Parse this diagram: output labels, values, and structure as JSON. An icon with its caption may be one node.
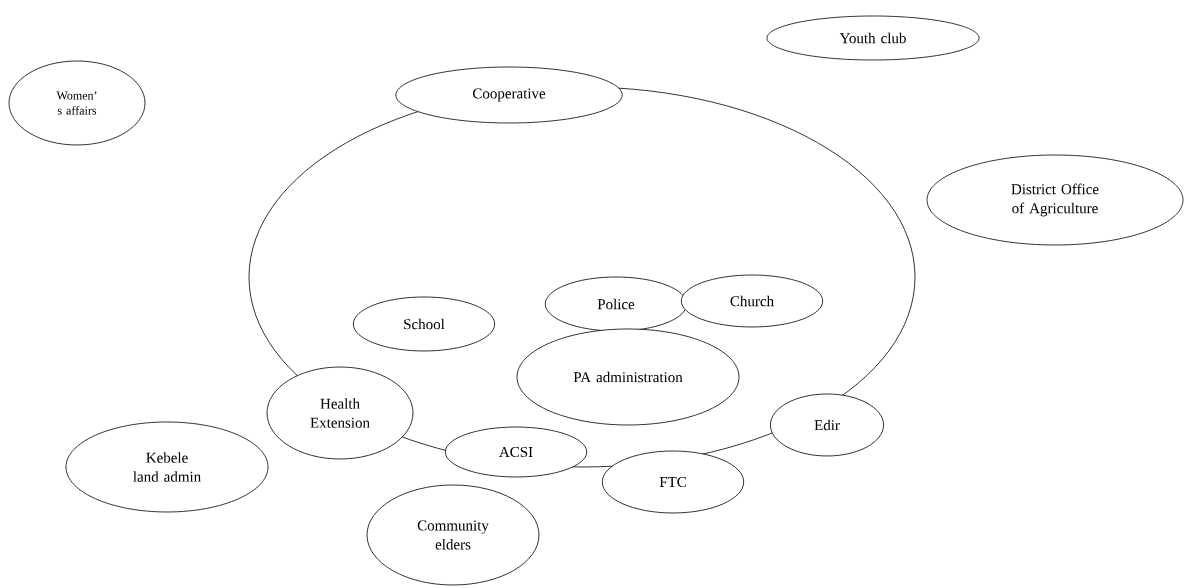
{
  "diagram": {
    "nodes": [
      {
        "text": [
          "Youth club"
        ]
      },
      {
        "text": [
          "Women’ s affairs"
        ]
      },
      {
        "text": [
          "Cooperative"
        ]
      },
      {
        "text": [],
        "shape": "circle"
      },
      {
        "text": [
          "District Office of Agriculture"
        ]
      },
      {
        "text": [
          "Police"
        ],
        "in": 3
      },
      {
        "text": [
          "Church"
        ],
        "in": 3
      },
      {
        "text": [
          "School"
        ],
        "in": 3
      },
      {
        "text": [
          "PA administration"
        ],
        "in": 3
      },
      {
        "text": [
          "Health Extension"
        ]
      },
      {
        "text": [
          "Edir"
        ]
      },
      {
        "text": [
          "ACSI"
        ]
      },
      {
        "text": [
          "Kebele land admin"
        ]
      },
      {
        "text": [
          "FTC"
        ]
      },
      {
        "text": [
          "Community elders"
        ]
      }
    ]
  }
}
